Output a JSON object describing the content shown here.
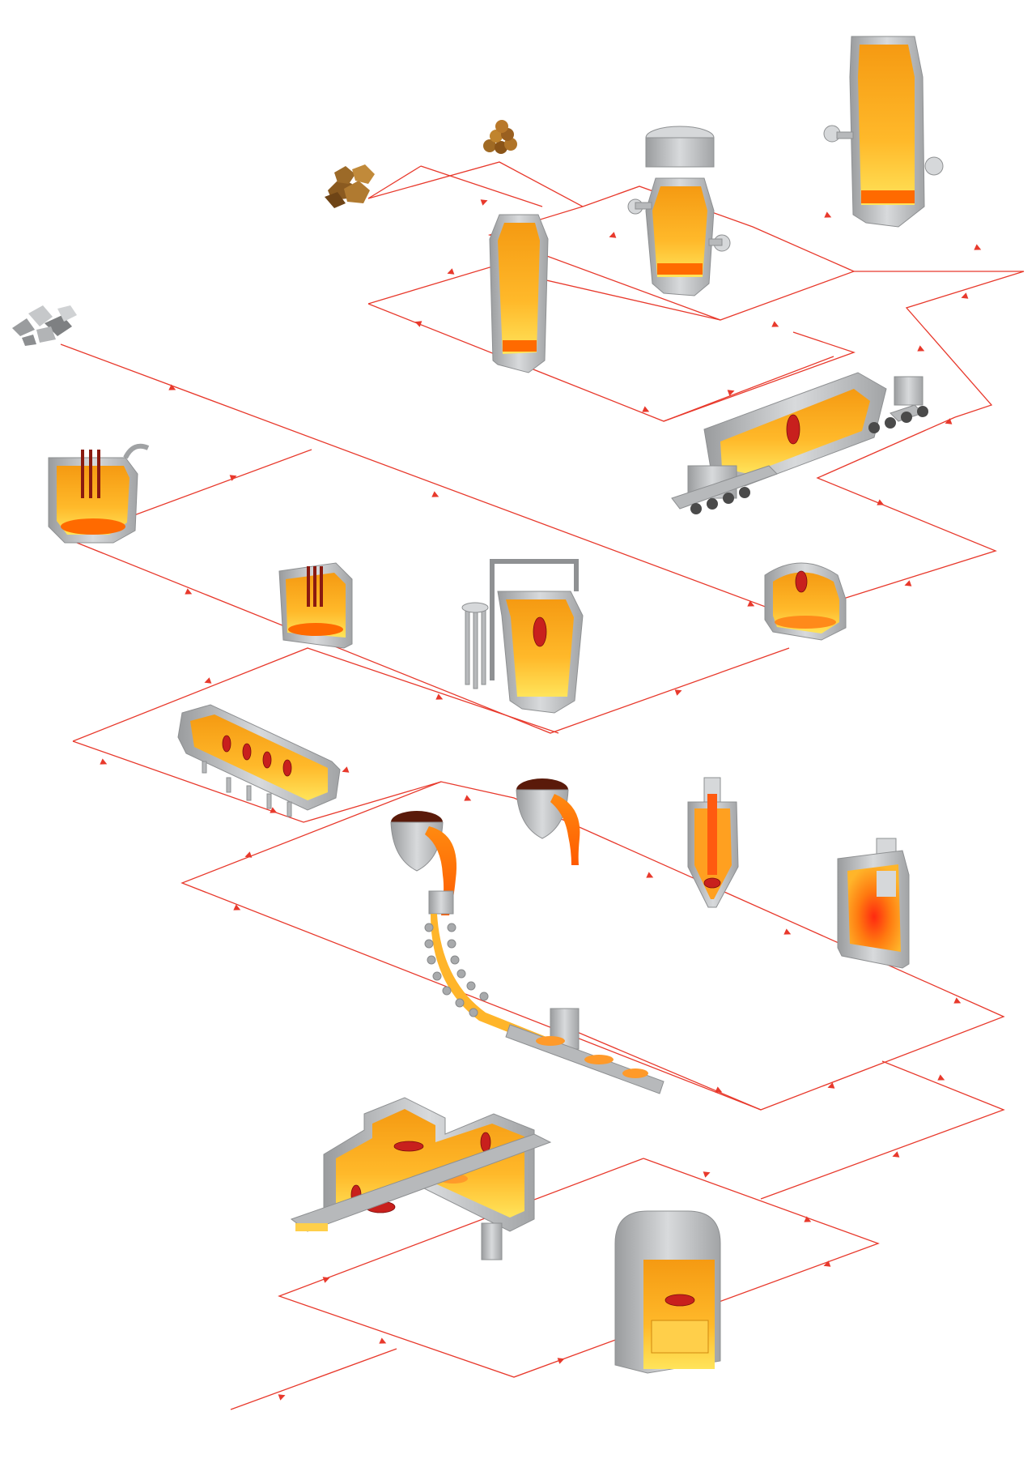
{
  "diagram": {
    "colors": {
      "flow_line": "#e8392c",
      "steel": "#b7b9bb",
      "hot_top": "#ffa81e",
      "hot_bottom": "#ffd23a",
      "molten": "#ff6a00"
    },
    "process_nodes": [
      {
        "name": "coal-pile",
        "icon": "coal-lumps-icon"
      },
      {
        "name": "iron-ore-pellets",
        "icon": "ore-pellets-icon"
      },
      {
        "name": "blast-furnace",
        "icon": "furnace-icon"
      },
      {
        "name": "oxygen-converter-with-vessel",
        "icon": "converter-icon"
      },
      {
        "name": "basic-oxygen-converter",
        "icon": "converter-icon"
      },
      {
        "name": "scrap-metal",
        "icon": "scrap-icon"
      },
      {
        "name": "rotary-converter-on-rails",
        "icon": "rotary-furnace-icon"
      },
      {
        "name": "electric-arc-furnace",
        "icon": "arc-furnace-icon"
      },
      {
        "name": "ladle-furnace",
        "icon": "ladle-furnace-icon"
      },
      {
        "name": "vacuum-degasser",
        "icon": "degasser-icon"
      },
      {
        "name": "reheating-furnace-small",
        "icon": "small-furnace-icon"
      },
      {
        "name": "tundish-burner-furnace",
        "icon": "burner-furnace-icon"
      },
      {
        "name": "pouring-ladle-1",
        "icon": "ladle-pour-icon"
      },
      {
        "name": "pouring-ladle-2",
        "icon": "ladle-pour-icon"
      },
      {
        "name": "cyclone-converter",
        "icon": "cyclone-icon"
      },
      {
        "name": "induction-furnace",
        "icon": "induction-icon"
      },
      {
        "name": "continuous-caster",
        "icon": "caster-icon"
      },
      {
        "name": "walking-beam-reheat-furnace",
        "icon": "reheat-furnace-icon"
      },
      {
        "name": "heat-treatment-furnace",
        "icon": "heat-treat-icon"
      }
    ]
  }
}
